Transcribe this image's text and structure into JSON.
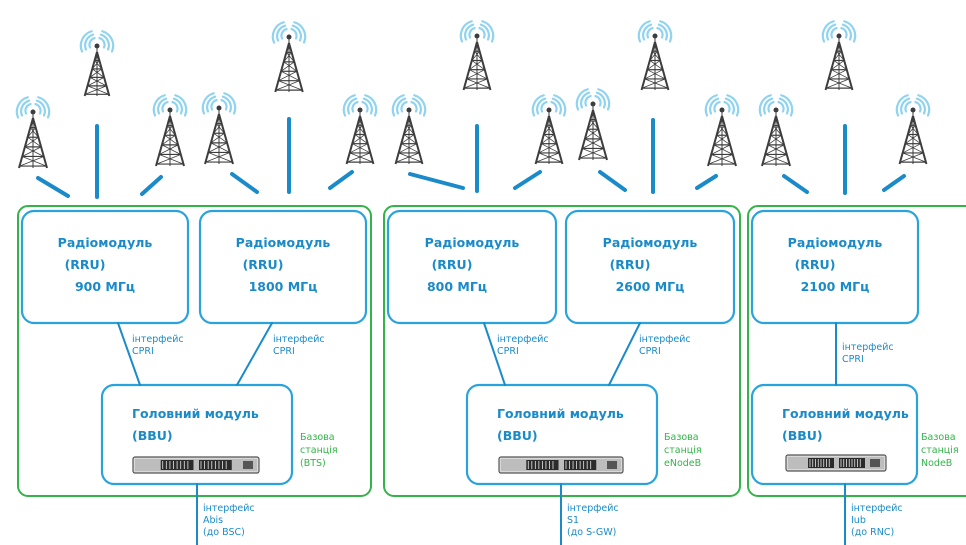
{
  "colors": {
    "link": "#1a8bc8",
    "module_border": "#2aa3dc",
    "station_border": "#34b34a",
    "station_label": "#34b34a",
    "text": "#1a8bc8",
    "tower": "#3d3d3d",
    "wave": "#8fd3f0"
  },
  "icons": {
    "tower": "radio-tower-icon",
    "bbu": "server-rack-icon"
  },
  "stations": [
    {
      "rrus": [
        {
          "title": "Радіомодуль",
          "sub": "(RRU)",
          "freq": "900 МГц"
        },
        {
          "title": "Радіомодуль",
          "sub": "(RRU)",
          "freq": "1800 МГц"
        }
      ],
      "cpri": [
        {
          "line1": "інтерфейс",
          "line2": "CPRI"
        },
        {
          "line1": "інтерфейс",
          "line2": "CPRI"
        }
      ],
      "bbu": {
        "title": "Головний модуль",
        "sub": "(BBU)"
      },
      "label": {
        "line1": "Базова",
        "line2": "станція",
        "line3": "(BTS)"
      },
      "uplink": {
        "line1": "інтерфейс",
        "line2": "Abis",
        "line3": "(до BSC)"
      }
    },
    {
      "rrus": [
        {
          "title": "Радіомодуль",
          "sub": "(RRU)",
          "freq": "800 МГц"
        },
        {
          "title": "Радіомодуль",
          "sub": "(RRU)",
          "freq": "2600 МГц"
        }
      ],
      "cpri": [
        {
          "line1": "інтерфейс",
          "line2": "CPRI"
        },
        {
          "line1": "інтерфейс",
          "line2": "CPRI"
        }
      ],
      "bbu": {
        "title": "Головний модуль",
        "sub": "(BBU)"
      },
      "label": {
        "line1": "Базова",
        "line2": "станція",
        "line3": "eNodeB"
      },
      "uplink": {
        "line1": "інтерфейс",
        "line2": "S1",
        "line3": "(до S-GW)"
      }
    },
    {
      "rrus": [
        {
          "title": "Радіомодуль",
          "sub": "(RRU)",
          "freq": "2100 МГц"
        }
      ],
      "cpri": [
        {
          "line1": "інтерфейс",
          "line2": "CPRI"
        }
      ],
      "bbu": {
        "title": "Головний модуль",
        "sub": "(BBU)"
      },
      "label": {
        "line1": "Базова",
        "line2": "станція",
        "line3": "NodeB"
      },
      "uplink": {
        "line1": "інтерфейс",
        "line2": "Iub",
        "line3": "(до RNC)"
      }
    }
  ]
}
